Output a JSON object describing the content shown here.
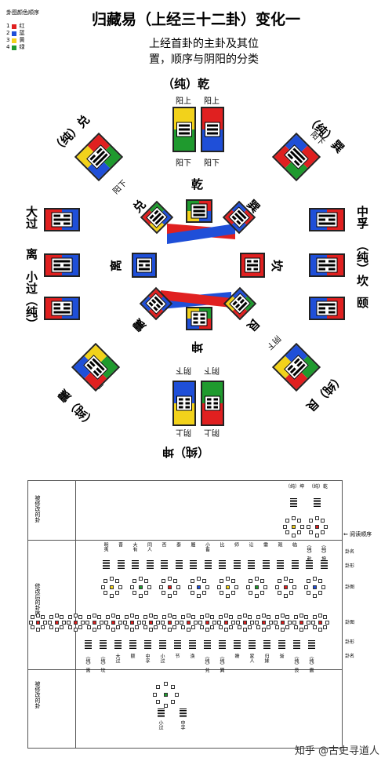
{
  "title": "归藏易（上经三十二卦）变化一",
  "subtitle_line1": "上经首卦的主卦及其位",
  "subtitle_line2": "置，顺序与阴阳的分类",
  "legend": {
    "heading": "卦图颜色顺序",
    "items": [
      {
        "num": "1",
        "label": "红",
        "color": "#e02020"
      },
      {
        "num": "2",
        "label": "蓝",
        "color": "#1f4fd8"
      },
      {
        "num": "3",
        "label": "黄",
        "color": "#f2d21b"
      },
      {
        "num": "4",
        "label": "绿",
        "color": "#1f9a2e"
      }
    ]
  },
  "colors": {
    "red": "#e02020",
    "blue": "#1f4fd8",
    "yellow": "#f2d21b",
    "green": "#1f9a2e"
  },
  "outer": {
    "qian_title": "（纯）乾",
    "yang_up": "阳上",
    "yang_down": "阳下",
    "dui_title": "（纯）兑",
    "xun_title": "（纯）巽",
    "da_guo": "大过",
    "li": "离",
    "xiao_guo_chun": "小过（纯）",
    "zhong_fu": "中孚",
    "chun_kan": "（纯）坎",
    "yi": "颐",
    "zhen_title": "（纯）震",
    "gen_title": "（纯）艮",
    "kun_title": "（纯）坤",
    "yin_up": "阴上",
    "yin_down": "阴下"
  },
  "inner": {
    "qian": "乾",
    "dui": "兑",
    "xun": "巽",
    "li": "离",
    "kan": "坎",
    "zhen": "震",
    "gen": "艮",
    "kun": "坤"
  },
  "table": {
    "row1_label": "被修改的卦",
    "row2_label": "修改后的卦序",
    "row3_label": "被修改的卦",
    "read_order": "阅读顺序",
    "right_labels": [
      "卦名",
      "卦形",
      "卦图",
      "卦图",
      "卦形",
      "卦名"
    ],
    "top_names": [
      "（纯）坤",
      "（纯）乾"
    ],
    "upper_names": [
      "明夷",
      "晋",
      "大有",
      "同人",
      "否",
      "泰",
      "履",
      "小畜",
      "比",
      "师",
      "讼",
      "需",
      "观",
      "临",
      "（纯）乾",
      "（纯）坤"
    ],
    "lower_names": [
      "（纯）离",
      "（纯）坎",
      "大过",
      "颐",
      "中孚",
      "小过",
      "节",
      "涣",
      "（纯）兑",
      "（纯）巽",
      "睽",
      "家人",
      "归妹",
      "渐",
      "（纯）艮",
      "（纯）震"
    ],
    "bottom_names": [
      "小过",
      "中孚"
    ]
  },
  "watermark": "知乎 @古史寻道人"
}
